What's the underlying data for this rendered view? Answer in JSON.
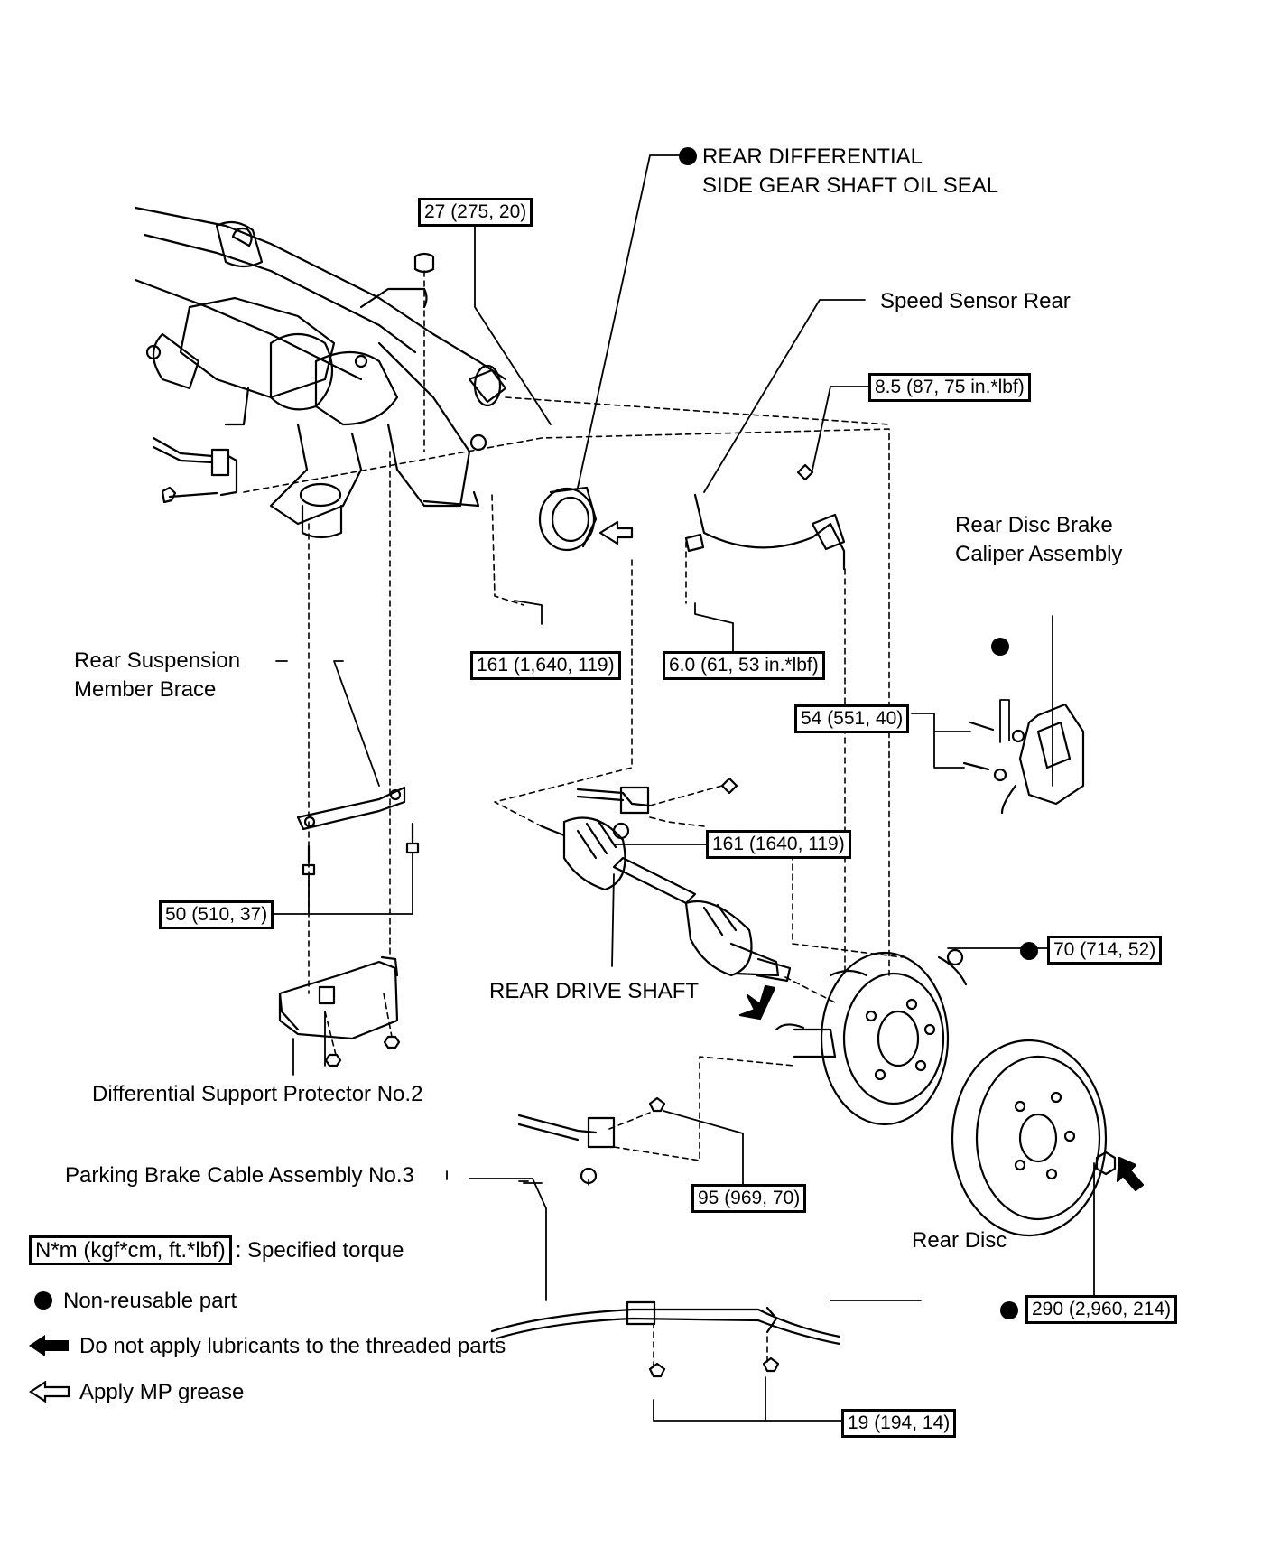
{
  "labels": {
    "oil_seal_line1": "REAR DIFFERENTIAL",
    "oil_seal_line2": "SIDE GEAR SHAFT OIL SEAL",
    "speed_sensor": "Speed Sensor Rear",
    "caliper_line1": "Rear Disc Brake",
    "caliper_line2": "Caliper Assembly",
    "brace_line1": "Rear Suspension",
    "brace_line2": "Member Brace",
    "drive_shaft": "REAR DRIVE SHAFT",
    "protector": "Differential Support Protector No.2",
    "parking_cable": "Parking Brake Cable Assembly No.3",
    "rear_disc": "Rear Disc"
  },
  "torques": {
    "t27": "27 (275, 20)",
    "t8_5": "8.5 (87, 75 in.*lbf)",
    "t161a": "161 (1,640, 119)",
    "t6_0": "6.0 (61, 53 in.*lbf)",
    "t54": "54 (551, 40)",
    "t161b": "161 (1640, 119)",
    "t50": "50 (510, 37)",
    "t70": "70 (714, 52)",
    "t95": "95 (969, 70)",
    "t290": "290 (2,960, 214)",
    "t19": "19 (194, 14)"
  },
  "legend": {
    "torque_unit": "N*m (kgf*cm, ft.*lbf)",
    "torque_desc": ": Specified torque",
    "non_reusable": "Non-reusable part",
    "no_lubricant": "Do not apply lubricants to the threaded parts",
    "mp_grease": "Apply MP grease"
  },
  "icons": [
    "non-reusable-dot-icon",
    "solid-arrow-icon",
    "hollow-arrow-icon"
  ],
  "colors": {
    "ink": "#000000",
    "paper": "#ffffff"
  }
}
